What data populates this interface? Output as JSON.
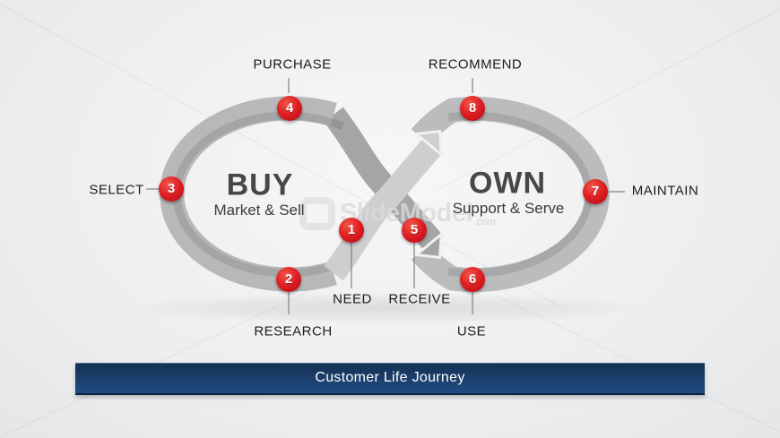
{
  "diagram": {
    "left_loop": {
      "title": "BUY",
      "subtitle": "Market & Sell"
    },
    "right_loop": {
      "title": "OWN",
      "subtitle": "Support & Serve"
    },
    "steps": [
      {
        "num": "1",
        "label": "NEED"
      },
      {
        "num": "2",
        "label": "RESEARCH"
      },
      {
        "num": "3",
        "label": "SELECT"
      },
      {
        "num": "4",
        "label": "PURCHASE"
      },
      {
        "num": "5",
        "label": "RECEIVE"
      },
      {
        "num": "6",
        "label": "USE"
      },
      {
        "num": "7",
        "label": "MAINTAIN"
      },
      {
        "num": "8",
        "label": "RECOMMEND"
      }
    ],
    "colors": {
      "badge_red": "#d8161d",
      "ribbon_light": "#cdcecf",
      "ribbon_mid": "#bbbcbd",
      "ribbon_dark": "#a4a5a6"
    }
  },
  "watermark": {
    "brand": "SlideModel",
    "suffix": ".com"
  },
  "banner": {
    "label": "Customer Life Journey",
    "bg_top": "#142f52",
    "bg_bottom": "#1f4c80"
  }
}
